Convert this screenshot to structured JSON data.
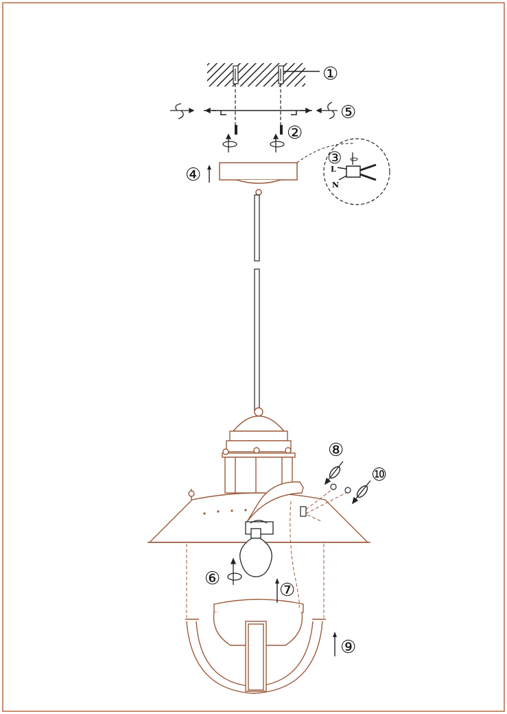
{
  "steps": {
    "s1": "①",
    "s2": "②",
    "s3": "③",
    "s4": "④",
    "s5": "⑤",
    "s6": "⑥",
    "s7": "⑦",
    "s8": "⑧",
    "s9": "⑨",
    "s10": "⑩"
  },
  "wiring": {
    "live": "L",
    "neutral": "N"
  },
  "colors": {
    "frame": "#b5693f",
    "line": "#2a2a2a",
    "shade": "#a45a3a"
  }
}
